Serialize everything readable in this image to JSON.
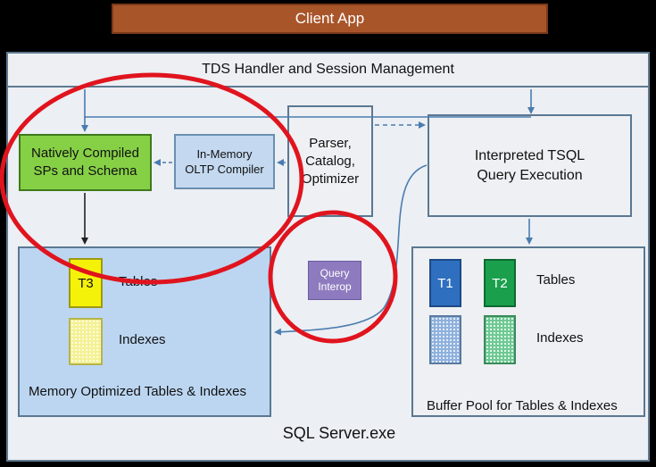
{
  "client_app": "Client App",
  "tds_handler": "TDS Handler and Session Management",
  "natively_compiled": "Natively Compiled SPs and Schema",
  "inmemory_compiler": "In-Memory OLTP Compiler",
  "parser_catalog": "Parser, Catalog, Optimizer",
  "interpreted_tsql": "Interpreted TSQL Query Execution",
  "query_interop": "Query Interop",
  "memory_optimized": {
    "t3": "T3",
    "tables_label": "Tables",
    "indexes_label": "Indexes",
    "caption": "Memory Optimized Tables & Indexes"
  },
  "buffer_pool": {
    "t1": "T1",
    "t2": "T2",
    "tables_label": "Tables",
    "indexes_label": "Indexes",
    "caption": "Buffer Pool for Tables & Indexes"
  },
  "sql_server": "SQL Server.exe",
  "colors": {
    "highlight_circle": "#e0141e",
    "connector": "#4a7cb0"
  }
}
